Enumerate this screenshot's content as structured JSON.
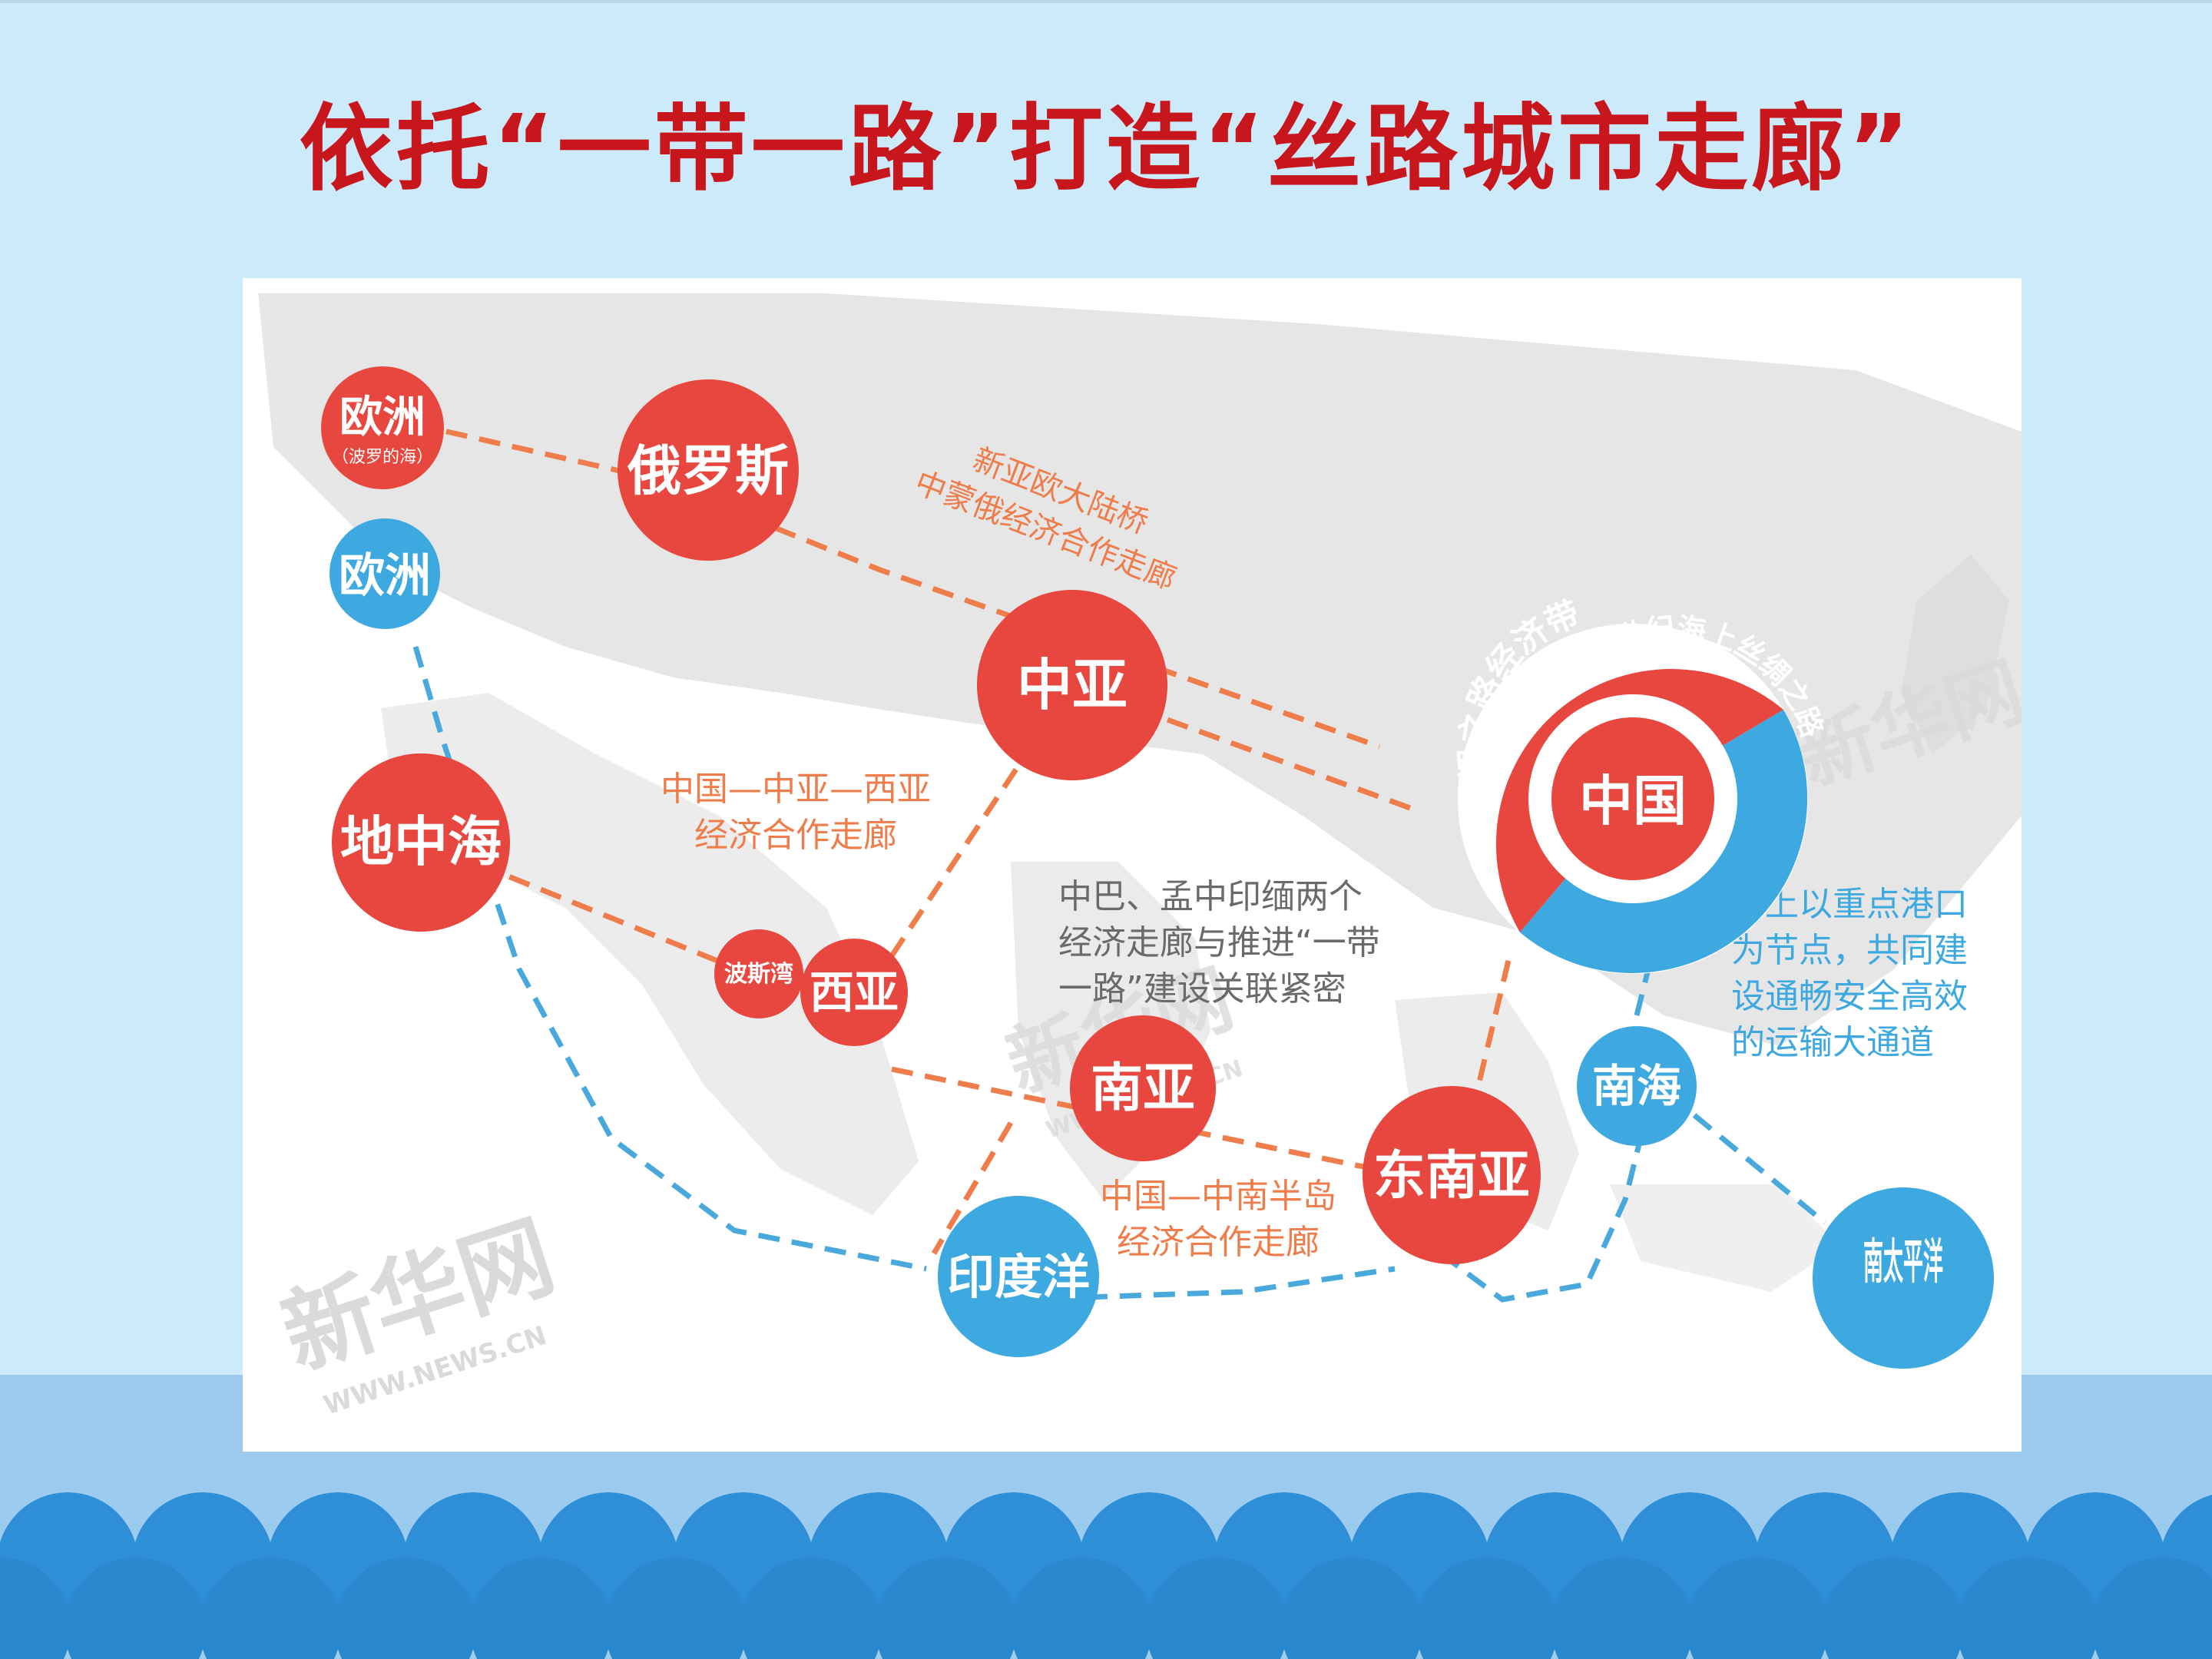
{
  "title": "依托“一带一路”打造“丝路城市走廊”",
  "nodes": {
    "europe_baltic": {
      "label": "欧洲",
      "sub": "（波罗的海）"
    },
    "russia": {
      "label": "俄罗斯"
    },
    "europe": {
      "label": "欧洲"
    },
    "central_asia": {
      "label": "中亚"
    },
    "mediterranean": {
      "label": "地中海"
    },
    "persian_gulf": {
      "label": "波斯湾"
    },
    "west_asia": {
      "label": "西亚"
    },
    "south_asia": {
      "label": "南亚"
    },
    "southeast_asia": {
      "label": "东南亚"
    },
    "indian_ocean": {
      "label": "印度洋"
    },
    "south_china_sea": {
      "label": "南海"
    },
    "south_pacific": {
      "label": "南太平洋"
    },
    "china": {
      "label": "中国",
      "ring_land": "丝绸之路经济带",
      "ring_sea": "21世纪海上丝绸之路"
    }
  },
  "annotations": {
    "new_eurasia": [
      "新亚欧大陆桥",
      "中蒙俄经济合作走廊"
    ],
    "china_west_asia": [
      "中国—中亚—西亚",
      "经济合作走廊"
    ],
    "cpec_bcim": [
      "中巴、孟中印缅两个",
      "经济走廊与推进“一带",
      "一路”建设关联紧密"
    ],
    "indochina": [
      "中国—中南半岛",
      "经济合作走廊"
    ],
    "maritime": [
      "海上以重点港口",
      "为节点，共同建",
      "设通畅安全高效",
      "的运输大通道"
    ]
  },
  "watermarks": {
    "brand": "新华网",
    "url": "WWW.NEWS.CN"
  },
  "colors": {
    "land_node": "#e8473f",
    "sea_node": "#3ea8e0",
    "title": "#c8161d",
    "land_route": "#ef7d4c",
    "sea_route": "#49a9dc",
    "map_land": "#e7e7e7"
  }
}
